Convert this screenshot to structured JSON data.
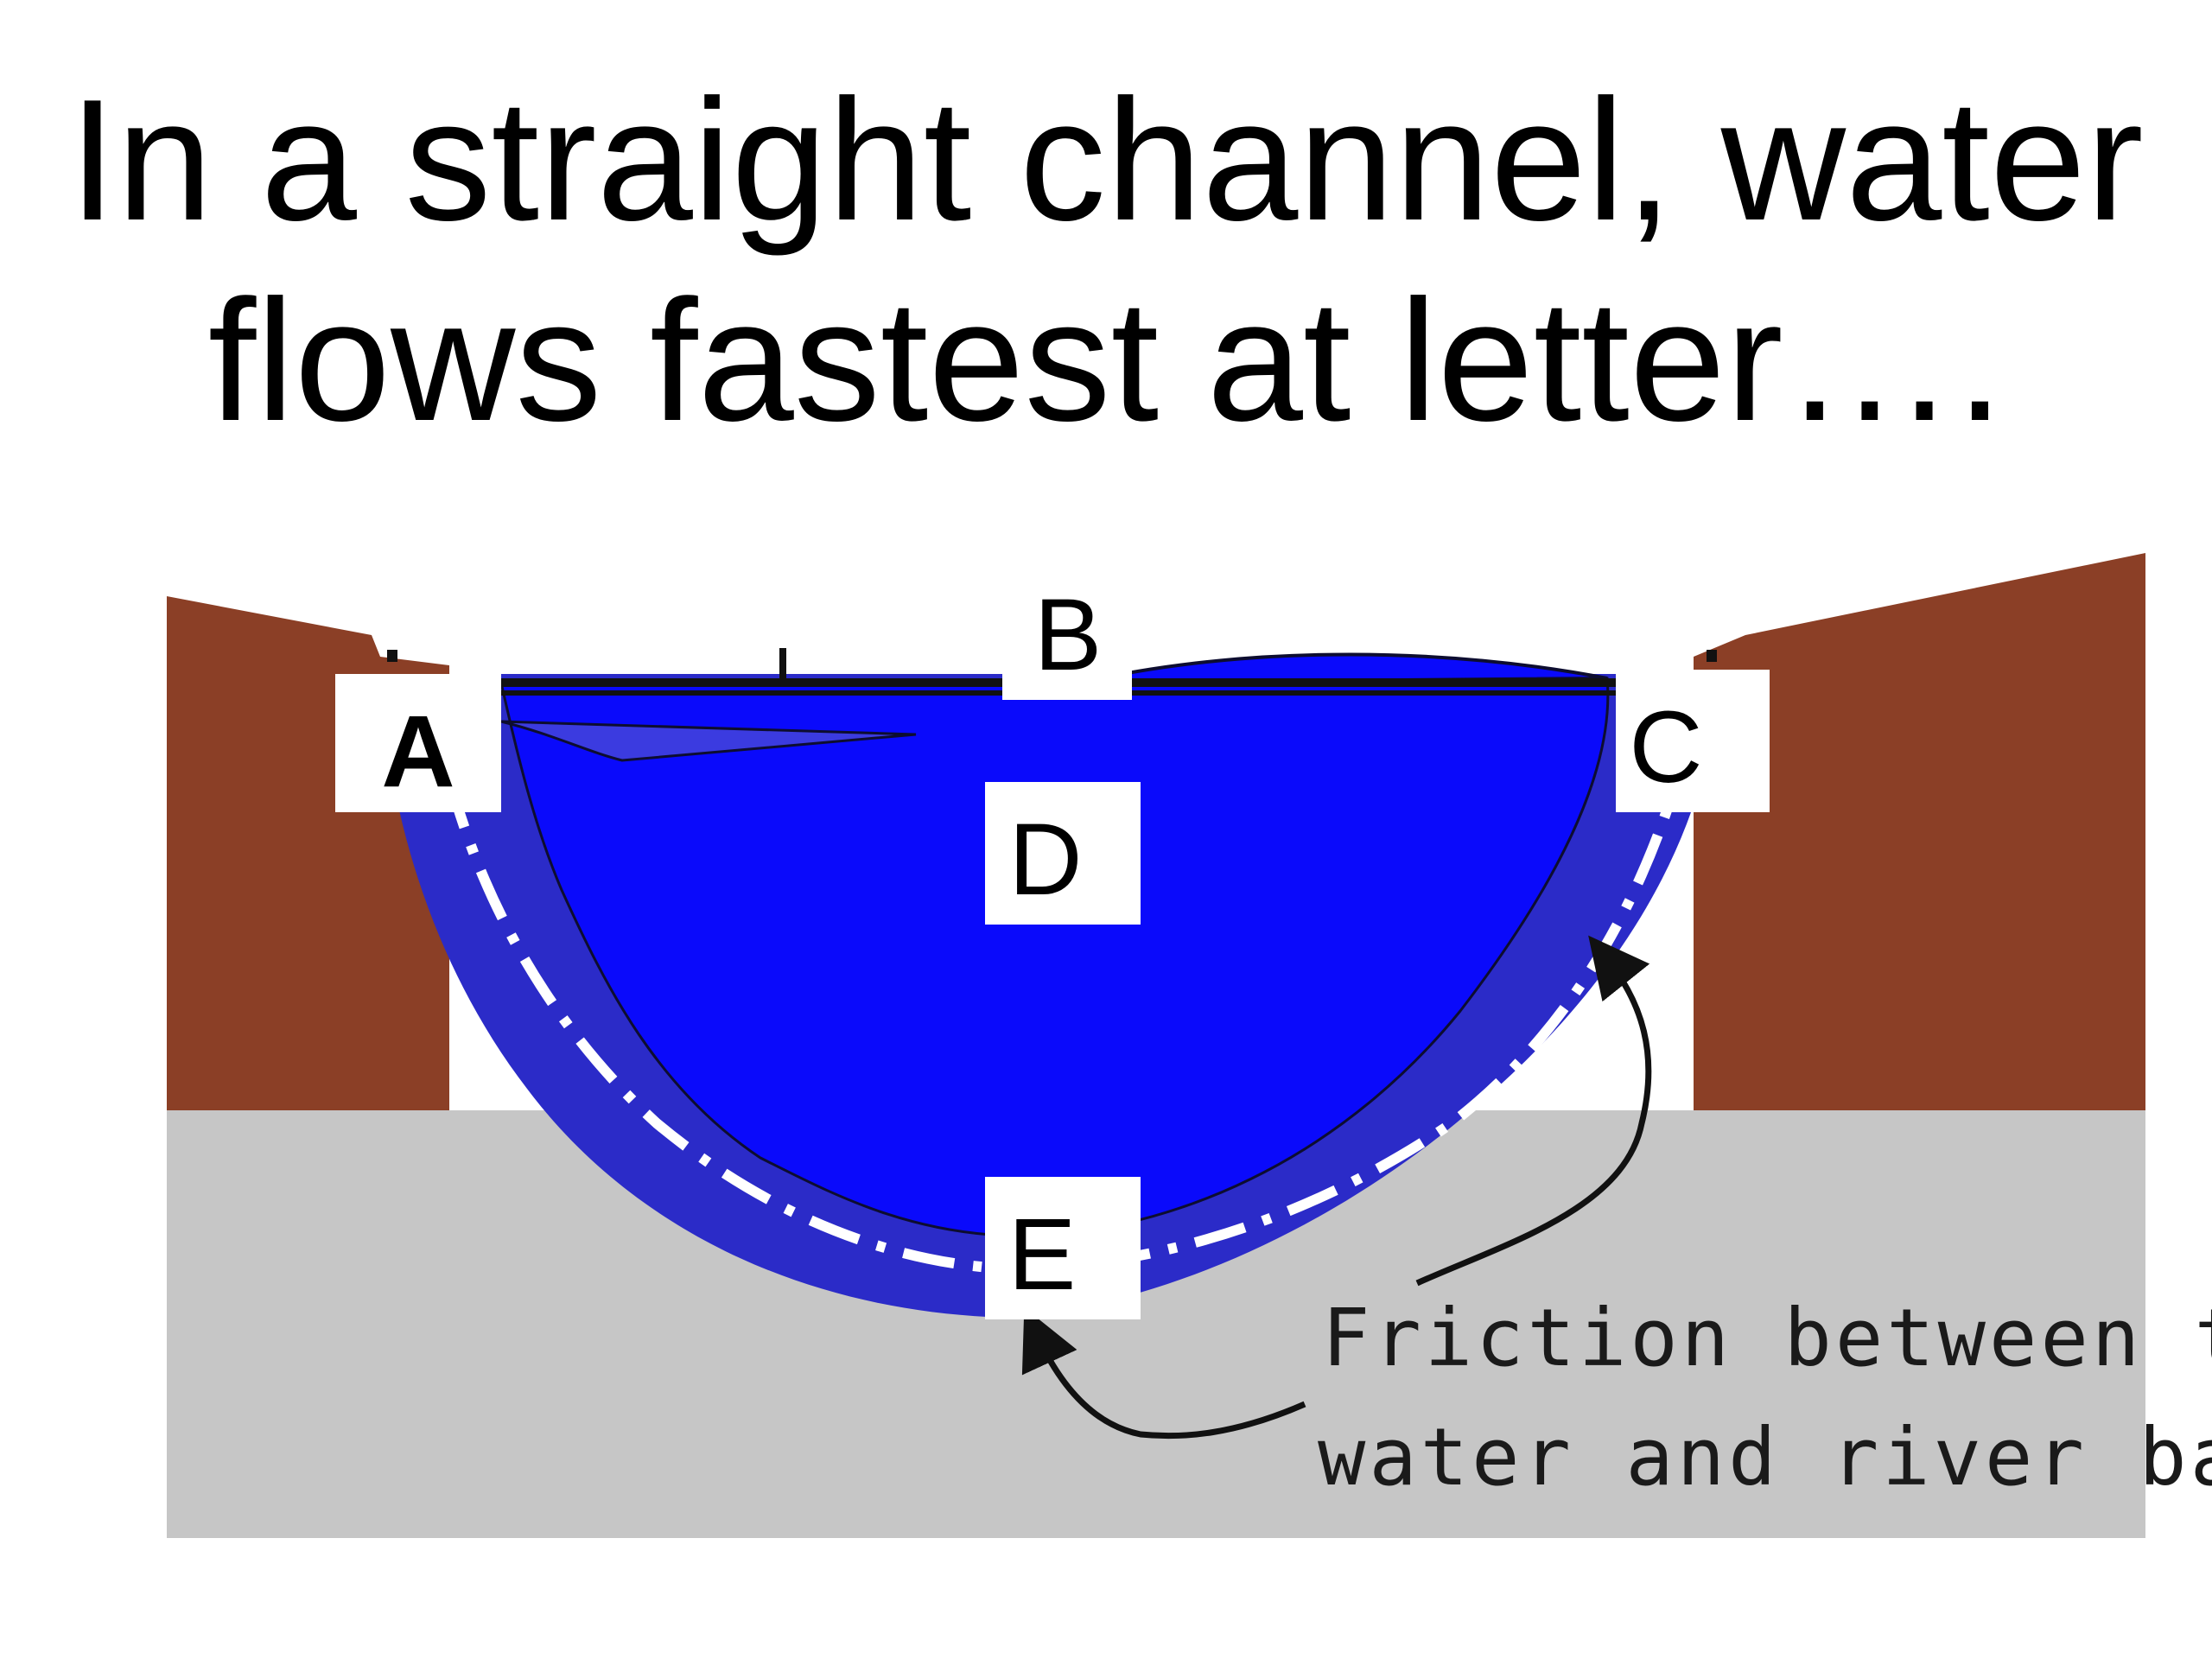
{
  "title": {
    "line1": "In a straight channel, water",
    "line2": "flows fastest at letter…."
  },
  "labels": {
    "a": "A",
    "b": "B",
    "c": "C",
    "d": "D",
    "e": "E"
  },
  "annotation": {
    "line1": "Friction between the",
    "line2": "water and river bank"
  },
  "colors": {
    "bank_brown": "#8B3F26",
    "bedrock_gray": "#C6C6C6",
    "water_blue": "#0A0AFB",
    "slow_zone_blue": "#2B2BC8",
    "label_bg": "#FFFFFF"
  }
}
